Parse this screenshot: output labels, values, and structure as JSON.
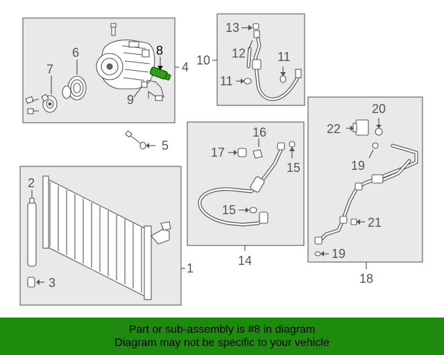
{
  "callouts": {
    "c1": "1",
    "c2": "2",
    "c3": "3",
    "c4": "4",
    "c5": "5",
    "c6": "6",
    "c7": "7",
    "c8": "8",
    "c9": "9",
    "c10": "10",
    "c11a": "11",
    "c11b": "11",
    "c12": "12",
    "c13": "13",
    "c14": "14",
    "c15a": "15",
    "c15b": "15",
    "c16": "16",
    "c17": "17",
    "c18": "18",
    "c19a": "19",
    "c19b": "19",
    "c20": "20",
    "c21": "21",
    "c22": "22"
  },
  "highlight_color": "#2ea01a",
  "banner": {
    "line1": "Part or sub-assembly is #8 in diagram",
    "line2": "Diagram may not be specific to your vehicle",
    "background": "#1e8a0e"
  }
}
